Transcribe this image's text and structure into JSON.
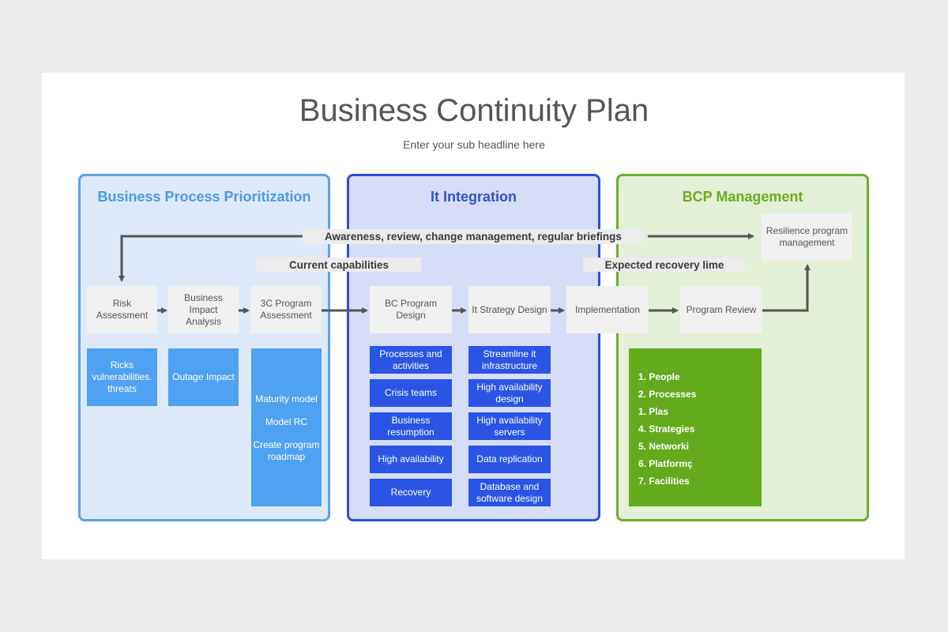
{
  "title": "Business Continuity Plan",
  "subtitle": "Enter your sub headline here",
  "panels": [
    {
      "title": "Business Process Prioritization",
      "color": "#4c9ae6"
    },
    {
      "title": "It Integration",
      "color": "#3153c9"
    },
    {
      "title": "BCP Management",
      "color": "#6aae22"
    }
  ],
  "flow_labels": {
    "awareness": "Awareness, review, change management,  regular briefings",
    "current": "Current capabilities",
    "expected": "Expected recovery lime"
  },
  "steps": {
    "risk": "Risk Assessment",
    "bia": "Business Impact Analysis",
    "program_3c": "3C Program Assessment",
    "bc_design": "BC Program Design",
    "it_strategy": "It Strategy Design",
    "implementation": "Implementation",
    "review": "Program Review",
    "resilience": "Resilience program management"
  },
  "risk_details": "Ricks vulnerabilities. threats",
  "outage": "Outage Impact",
  "maturity_items": [
    "Maturity model",
    "Model RC",
    "Create program roadmap"
  ],
  "bc_items": [
    "Processes and activities",
    "Crisis teams",
    "Business resumption",
    "High availability",
    "Recovery"
  ],
  "it_items": [
    "Streamline it infrastructure",
    "High availability design",
    "High availability servers",
    "Data replication",
    "Database and software design"
  ],
  "bcp_list": [
    "1. People",
    "2. Processes",
    "1. Plas",
    "4. Strategies",
    "5. Networki",
    "6. Platformç",
    "7. Facilities"
  ]
}
